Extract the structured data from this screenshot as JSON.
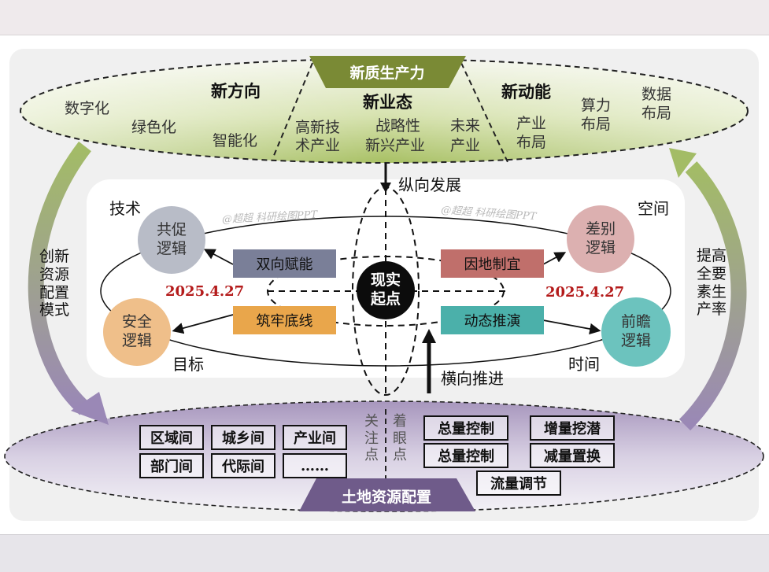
{
  "colors": {
    "green_dark": "#7a8a35",
    "green_light": "#a4bd5f",
    "purple_dark": "#6f5b8a",
    "purple_light": "#b3a6c6",
    "grey_circle": "#b8bcc7",
    "pink_circle": "#dcb0b0",
    "orange_circle": "#efbf8a",
    "teal_circle": "#6cc3be",
    "box_blue": "#7a7f98",
    "box_orange": "#e9a64b",
    "box_red": "#c06f6b",
    "box_teal": "#4bb0aa",
    "date_red": "#b41b1b"
  },
  "top_ellipse": {
    "banner": "新质生产力",
    "sections": [
      {
        "heading": "新方向",
        "items": [
          "数字化",
          "绿色化",
          "智能化"
        ]
      },
      {
        "heading": "新业态",
        "items": [
          "高新技术产业",
          "战略性新兴产业",
          "未来产业"
        ]
      },
      {
        "heading": "新动能",
        "items": [
          "产业布局",
          "算力布局",
          "数据布局"
        ]
      }
    ],
    "labels": {
      "digital": "数字化",
      "green": "绿色化",
      "smart": "智能化",
      "dir": "新方向",
      "biz": "新业态",
      "hightech_1": "高新技",
      "hightech_2": "术产业",
      "strategic_1": "战略性",
      "strategic_2": "新兴产业",
      "future_1": "未来",
      "future_2": "产业",
      "energy": "新动能",
      "industry_1": "产业",
      "industry_2": "布局",
      "compute_1": "算力",
      "compute_2": "布局",
      "data_1": "数据",
      "data_2": "布局"
    }
  },
  "arrows": {
    "vertical_label": "纵向发展",
    "horizontal_label": "横向推进",
    "left_curve_label": "创新资源配置模式",
    "left_curve_lines": [
      "创新",
      "资源",
      "配置",
      "模式"
    ],
    "right_curve_label": "提高全要素生产率",
    "right_curve_lines": [
      "提高",
      "全要",
      "素生",
      "产率"
    ]
  },
  "center": {
    "core": {
      "line1": "现实",
      "line2": "起点"
    },
    "corners": {
      "tech": "技术",
      "space": "空间",
      "target": "目标",
      "time": "时间"
    },
    "circles": {
      "promote": {
        "line1": "共促",
        "line2": "逻辑"
      },
      "difference": {
        "line1": "差别",
        "line2": "逻辑"
      },
      "safety": {
        "line1": "安全",
        "line2": "逻辑"
      },
      "foresight": {
        "line1": "前瞻",
        "line2": "逻辑"
      }
    },
    "boxes": {
      "empower": "双向赋能",
      "bottomline": "筑牢底线",
      "local": "因地制宜",
      "dynamic": "动态推演"
    },
    "dates": [
      "2025.4.27",
      "2025.4.27"
    ],
    "watermarks": [
      "@超超 科研绘图PPT",
      "@超超 科研绘图PPT"
    ]
  },
  "bottom_ellipse": {
    "banner": "土地资源配置",
    "focus_label": [
      "关",
      "注",
      "点"
    ],
    "focus_text": "关注点",
    "aim_label": [
      "着",
      "眼",
      "点"
    ],
    "aim_text": "着眼点",
    "focus_boxes": [
      "区域间",
      "城乡间",
      "产业间",
      "部门间",
      "代际间",
      "……"
    ],
    "aim_boxes": [
      "总量控制",
      "增量挖潜",
      "总量控制",
      "减量置换",
      "流量调节"
    ]
  }
}
